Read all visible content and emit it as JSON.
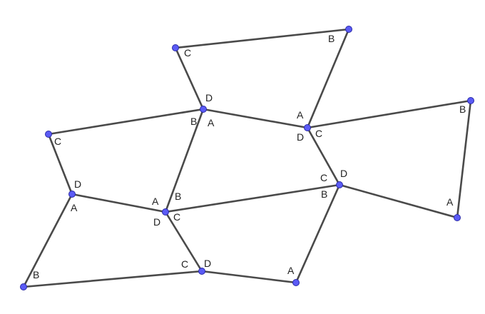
{
  "diagram": {
    "colors": {
      "edge": "#4a4a4a",
      "vertex_fill": "#5b5bf5",
      "vertex_stroke": "#2b2ba8",
      "label": "#222222"
    },
    "labels": {
      "c_top_left_quad": "C",
      "b_top_right_quad": "B",
      "d_top_junction": "D",
      "b_top_junction": "B",
      "a_top_junction": "A",
      "a_mid_right_junction": "A",
      "d_mid_right_junction": "D",
      "c_mid_right_junction": "C",
      "b_far_right": "B",
      "c_left": "C",
      "d_left_junction": "D",
      "a_left_junction": "A",
      "a_center_junction": "A",
      "b_center_junction": "B",
      "d_center_junction": "D",
      "c_center_junction": "C",
      "c_right_junction": "C",
      "d_right_junction": "D",
      "b_right_junction": "B",
      "a_far_right_bottom": "A",
      "b_bottom_left": "B",
      "c_bottom_mid": "C",
      "d_bottom_mid": "D",
      "a_bottom_right": "A"
    }
  }
}
